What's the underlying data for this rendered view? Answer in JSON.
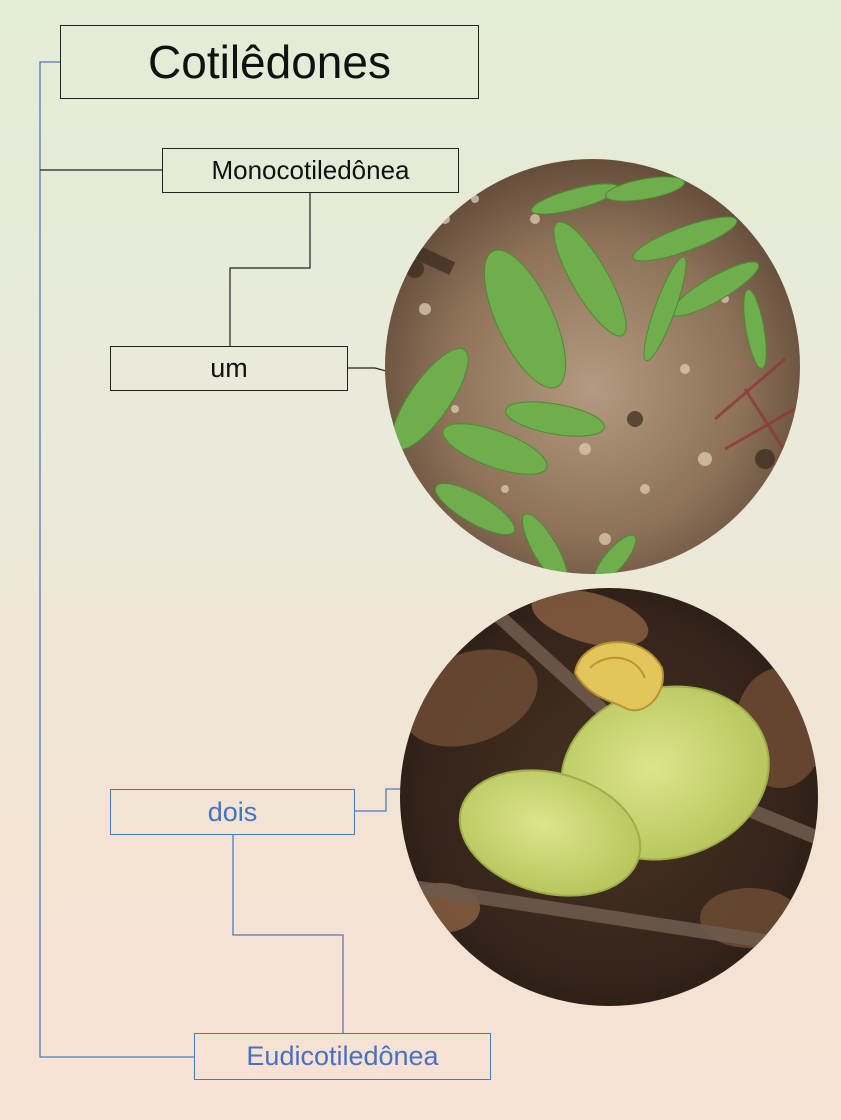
{
  "diagram": {
    "title": "Cotilêdones",
    "groups": [
      {
        "id": "mono",
        "name": "Monocotiledônea",
        "count_label": "um",
        "photo": "grass-seedling-photo",
        "line_color": "#222222"
      },
      {
        "id": "eudi",
        "name": "Eudicotiledônea",
        "count_label": "dois",
        "photo": "dicot-seedling-photo",
        "line_color": "#4472c4"
      }
    ],
    "colors": {
      "text_dark": "#111111",
      "text_blue": "#4472c4",
      "tree_line": "#4f79bd",
      "background_top": "#e3ecd6",
      "background_bottom": "#f8e1d5"
    }
  }
}
